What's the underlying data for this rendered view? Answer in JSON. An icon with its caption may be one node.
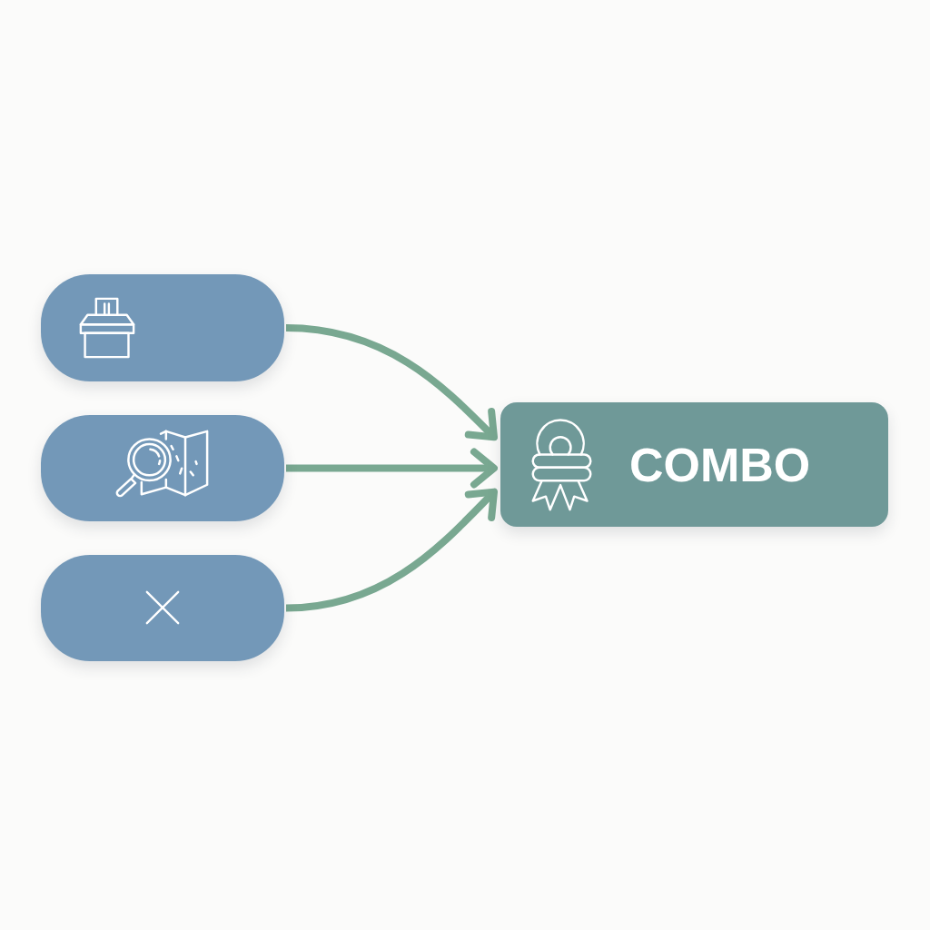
{
  "diagram": {
    "nodes": [
      {
        "text": [],
        "shape": "box"
      },
      {
        "text": [],
        "shape": "box"
      },
      {
        "text": [],
        "shape": "box"
      },
      {
        "text": [
          "COMBO"
        ]
      }
    ],
    "edges": [
      {
        "from": 0,
        "to": 3,
        "arrow": "to"
      },
      {
        "from": 1,
        "to": 3,
        "arrow": "to"
      },
      {
        "from": 2,
        "to": 3,
        "arrow": "to"
      }
    ]
  }
}
